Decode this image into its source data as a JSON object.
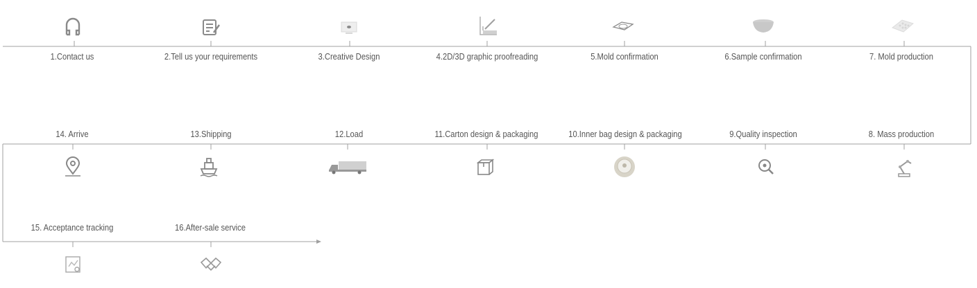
{
  "steps": [
    {
      "id": 1,
      "label": "1.Contact us",
      "icon": "headset-icon"
    },
    {
      "id": 2,
      "label": "2.Tell us your requirements",
      "icon": "edit-document-icon"
    },
    {
      "id": 3,
      "label": "3.Creative Design",
      "icon": "monitor-icon"
    },
    {
      "id": 4,
      "label": "4.2D/3D graphic proofreading",
      "icon": "drafting-tools-icon"
    },
    {
      "id": 5,
      "label": "5.Mold confirmation",
      "icon": "tray-mold-icon"
    },
    {
      "id": 6,
      "label": "6.Sample confirmation",
      "icon": "bowl-sample-icon"
    },
    {
      "id": 7,
      "label": "7. Mold production",
      "icon": "mold-plate-icon"
    },
    {
      "id": 8,
      "label": "8. Mass production",
      "icon": "robot-arm-icon"
    },
    {
      "id": 9,
      "label": "9.Quality inspection",
      "icon": "magnifier-eye-icon"
    },
    {
      "id": 10,
      "label": "10.Inner bag design & packaging",
      "icon": "round-package-icon"
    },
    {
      "id": 11,
      "label": "11.Carton design & packaging",
      "icon": "carton-box-icon"
    },
    {
      "id": 12,
      "label": "12.Load",
      "icon": "truck-icon"
    },
    {
      "id": 13,
      "label": "13.Shipping",
      "icon": "ship-icon"
    },
    {
      "id": 14,
      "label": "14. Arrive",
      "icon": "location-pin-icon"
    },
    {
      "id": 15,
      "label": "15. Acceptance tracking",
      "icon": "tracking-chart-icon"
    },
    {
      "id": 16,
      "label": "16.After-sale service",
      "icon": "handshake-icon"
    }
  ],
  "colors": {
    "line": "#9a9a9a",
    "text": "#555555",
    "icon": "#8a8a8a",
    "icon_light": "#c8c8c8"
  }
}
